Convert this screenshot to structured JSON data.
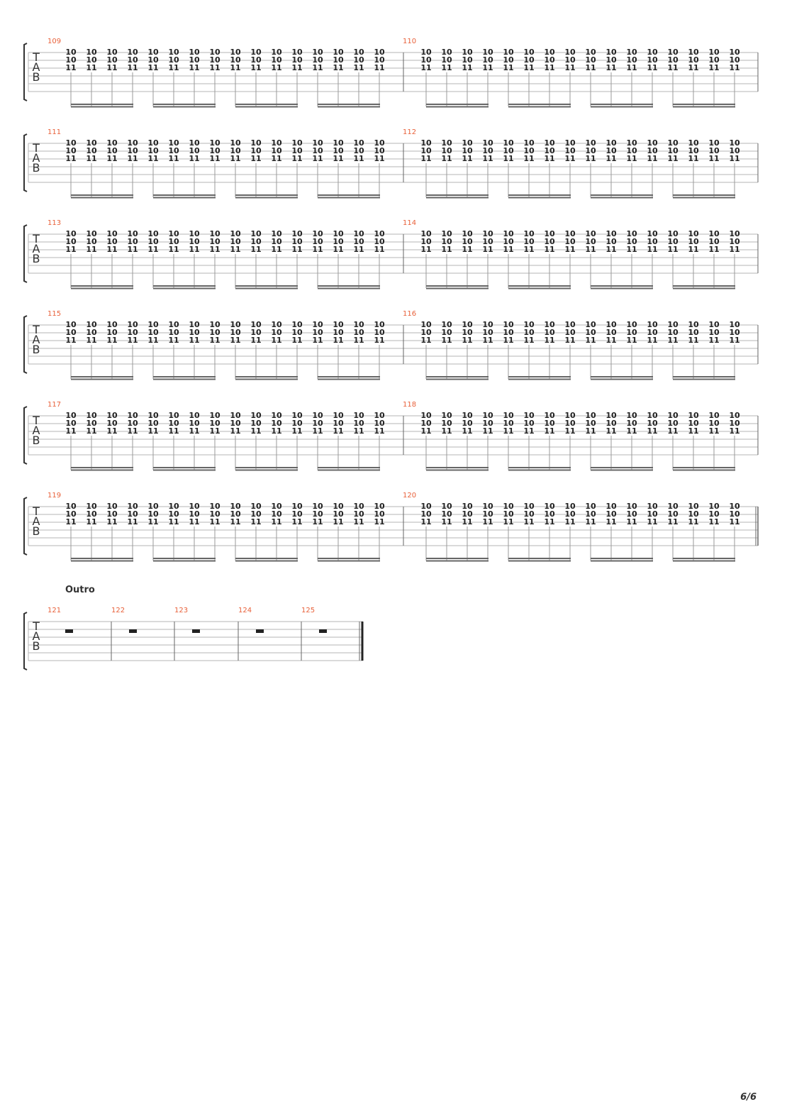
{
  "page": {
    "number_label": "6/6"
  },
  "tab_clef_letters": [
    "T",
    "A",
    "B"
  ],
  "colors": {
    "measure_number": "#e8613a",
    "staff_line": "#b5b5b5",
    "ink": "#222222",
    "beam": "#666666"
  },
  "chord": {
    "frets": [
      "10",
      "10",
      "11"
    ]
  },
  "notes_per_measure": 16,
  "beam_groups_per_measure": 4,
  "systems": [
    {
      "measures": [
        "109",
        "110"
      ]
    },
    {
      "measures": [
        "111",
        "112"
      ]
    },
    {
      "measures": [
        "113",
        "114"
      ]
    },
    {
      "measures": [
        "115",
        "116"
      ]
    },
    {
      "measures": [
        "117",
        "118"
      ]
    },
    {
      "measures": [
        "119",
        "120"
      ]
    }
  ],
  "outro": {
    "label": "Outro",
    "measures": [
      "121",
      "122",
      "123",
      "124",
      "125"
    ],
    "content": "rest"
  }
}
